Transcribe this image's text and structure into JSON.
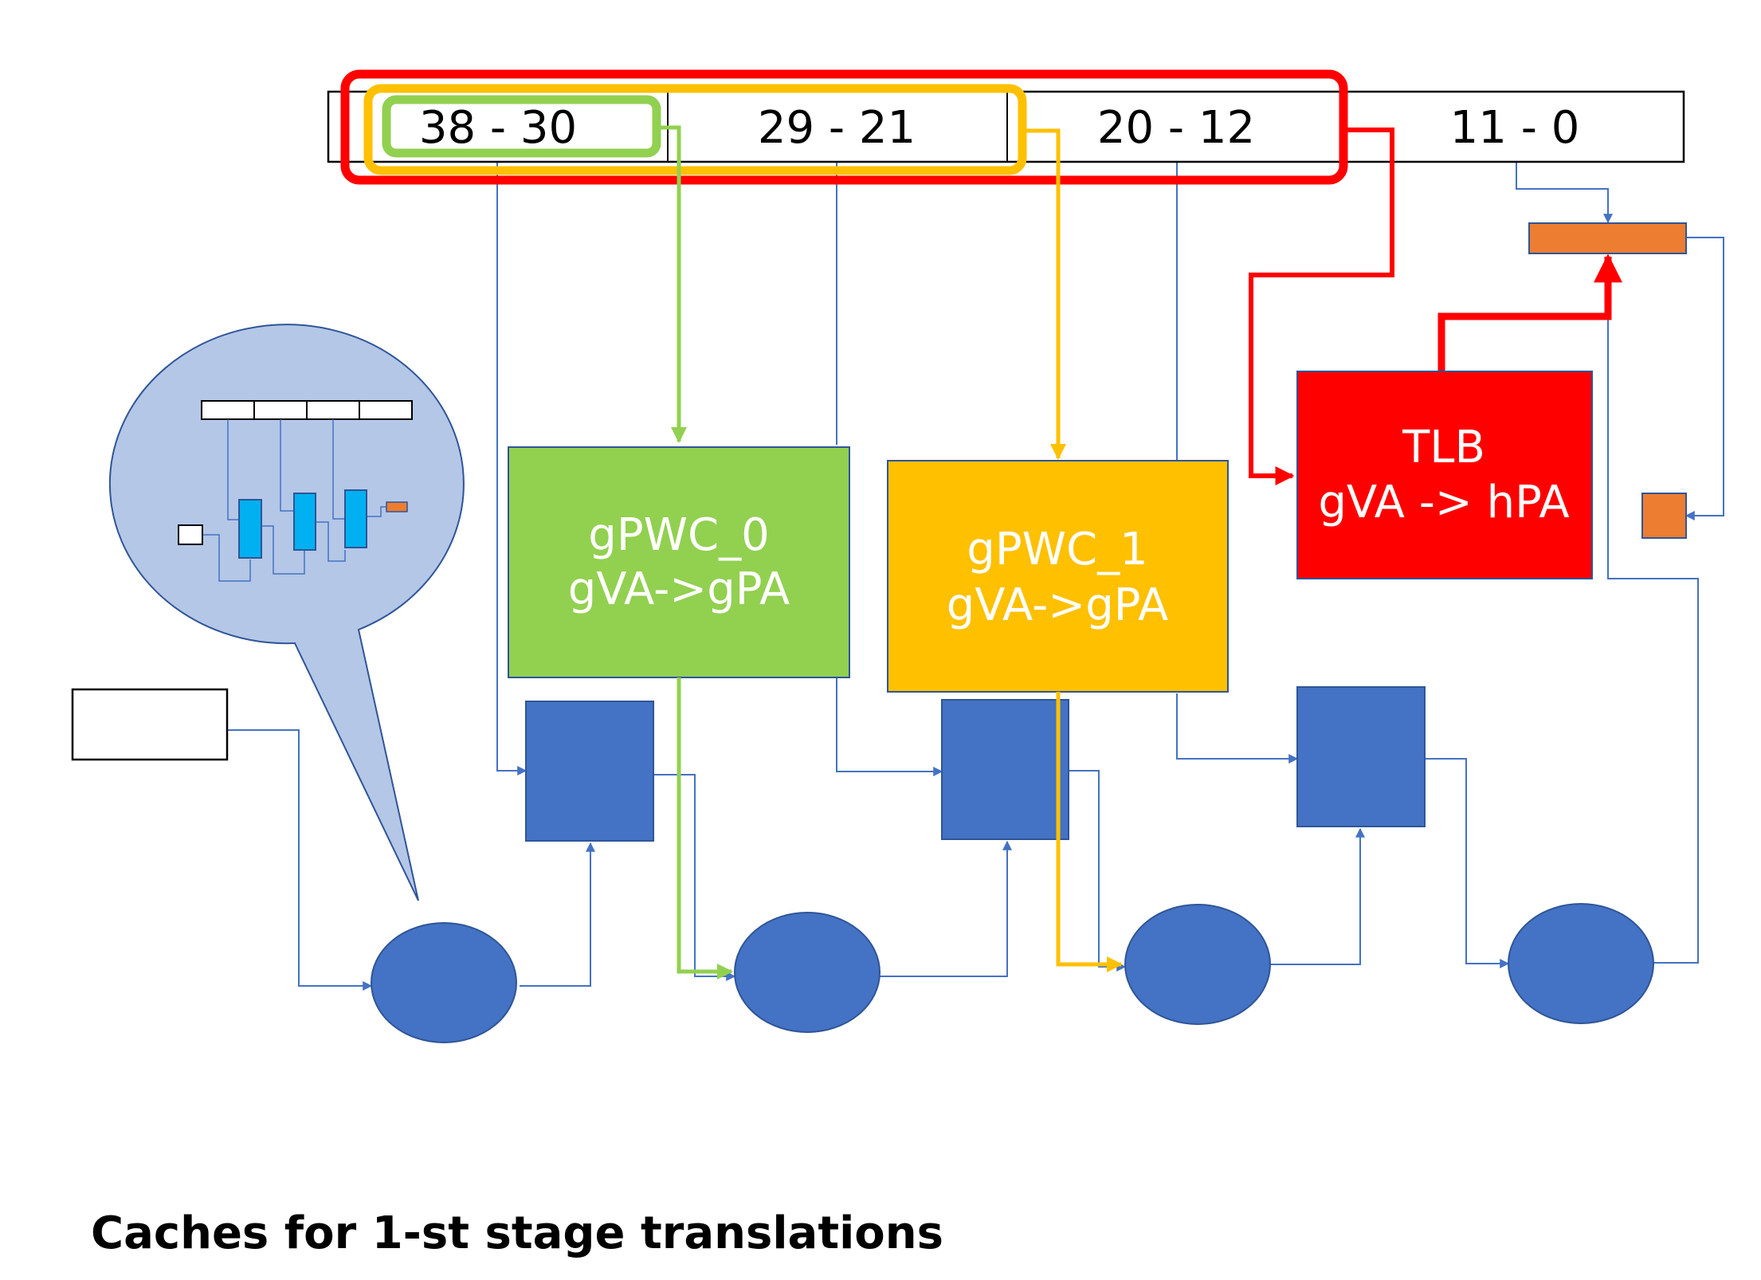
{
  "address_fields": [
    {
      "label": "38 - 30"
    },
    {
      "label": "29 - 21"
    },
    {
      "label": "20 - 12"
    },
    {
      "label": "11 - 0"
    }
  ],
  "caches": {
    "gpwc0": {
      "line1": "gPWC_0",
      "line2": "gVA->gPA",
      "color": "#92D050"
    },
    "gpwc1": {
      "line1": "gPWC_1",
      "line2": "gVA->gPA",
      "color": "#FFC000"
    },
    "tlb": {
      "line1": "TLB",
      "line2": "gVA -> hPA",
      "color": "#FF0000"
    }
  },
  "colors": {
    "walk_blue": "#4472C4",
    "orange": "#ED7D31",
    "callout": "#B4C7E7",
    "mini_cyan": "#00B0F0"
  },
  "caption": "Caches for 1-st stage translations"
}
